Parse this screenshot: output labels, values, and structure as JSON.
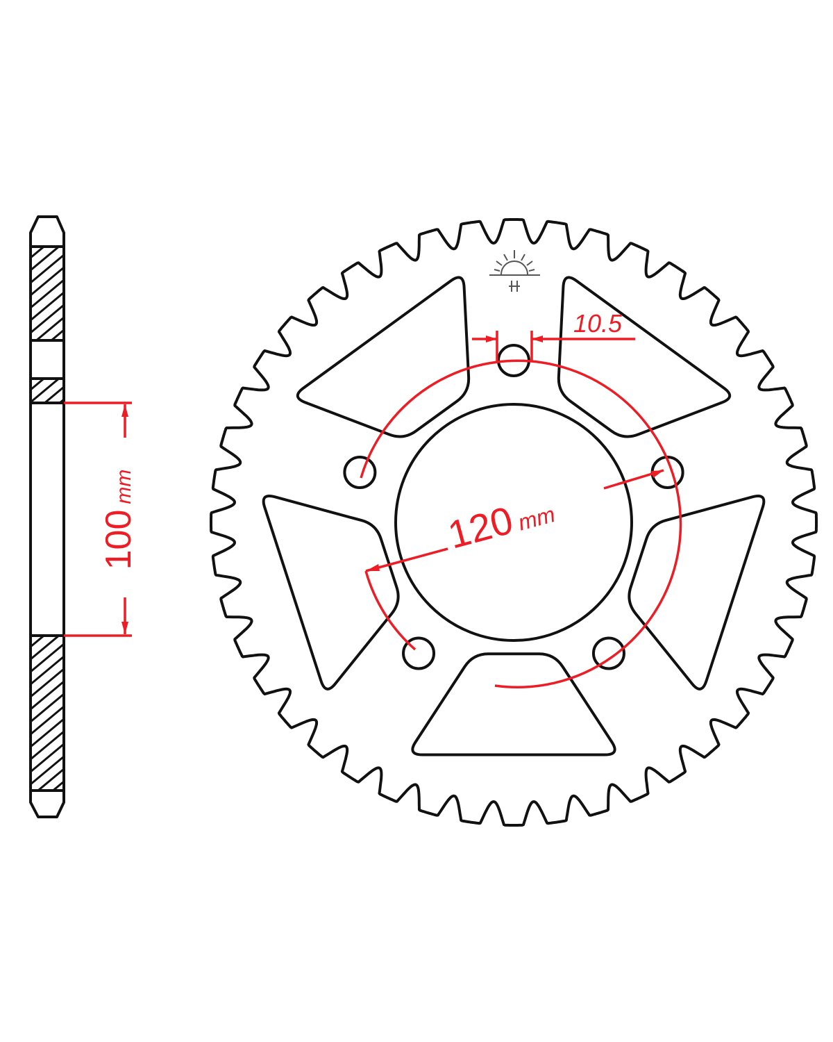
{
  "diagram": {
    "title": "Rear sprocket technical drawing",
    "colors": {
      "outline": "#111111",
      "dimension": "#ee1c24"
    },
    "sprocket": {
      "teeth": 44,
      "bolt_holes": 5,
      "lightening_windows": 5
    },
    "dimensions": {
      "bolt_hole_diameter": {
        "value": "10.5"
      },
      "bolt_circle": {
        "value": "120",
        "unit": "mm"
      },
      "center_bore": {
        "value": "100",
        "unit": "mm"
      }
    },
    "logo": "JT sun logo"
  }
}
